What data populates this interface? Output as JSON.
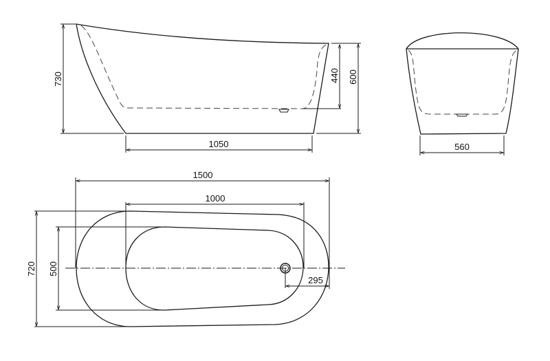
{
  "drawing": {
    "title": "Freestanding bathtub dimension drawing",
    "units": "mm",
    "side_view": {
      "overall_height_label": "730",
      "inner_depth_label": "440",
      "rim_height_label": "600",
      "base_length_label": "1050"
    },
    "end_view": {
      "base_width_label": "560"
    },
    "top_view": {
      "overall_length_label": "1500",
      "inner_length_label": "1000",
      "overall_width_label": "720",
      "inner_width_label": "500",
      "drain_offset_label": "295"
    }
  }
}
